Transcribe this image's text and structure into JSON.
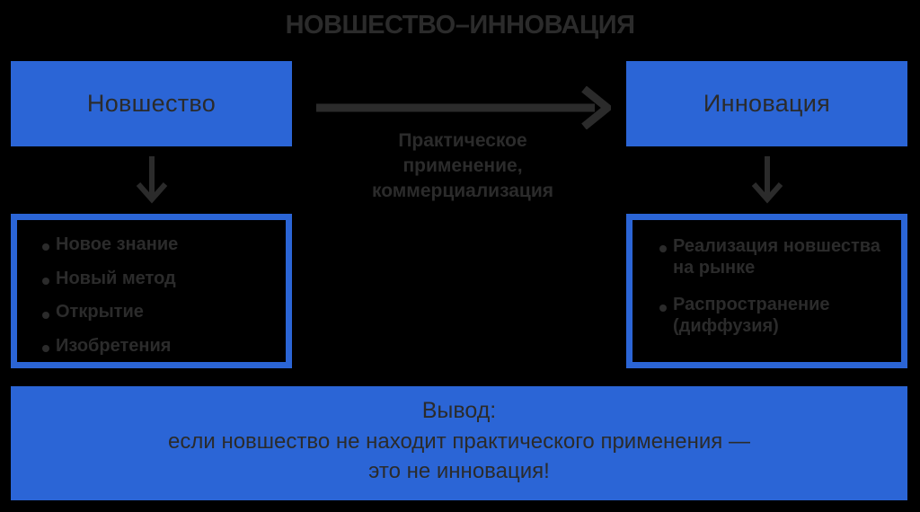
{
  "diagram": {
    "title": "НОВШЕСТВО–ИННОВАЦИЯ",
    "background_color": "#000000",
    "accent_color": "#2B65D6",
    "text_color": "#2b2b2b"
  },
  "stages": {
    "left": {
      "heading": "Новшество",
      "items": [
        "Новое знание",
        "Новый метод",
        "Открытие",
        "Изобретения"
      ]
    },
    "right": {
      "heading": "Инновация",
      "items": [
        "Реализация новшества на рынке",
        "Распространение (диффузия)"
      ]
    }
  },
  "transition": {
    "caption_lines": [
      "Практическое",
      "применение,",
      "коммерциализация"
    ],
    "arrow_icon": "arrow-right-icon",
    "down_arrow_icon": "arrow-down-icon"
  },
  "conclusion": {
    "heading": "Вывод:",
    "lines": [
      "если новшество не находит практического применения —",
      "это не инновация!"
    ]
  }
}
